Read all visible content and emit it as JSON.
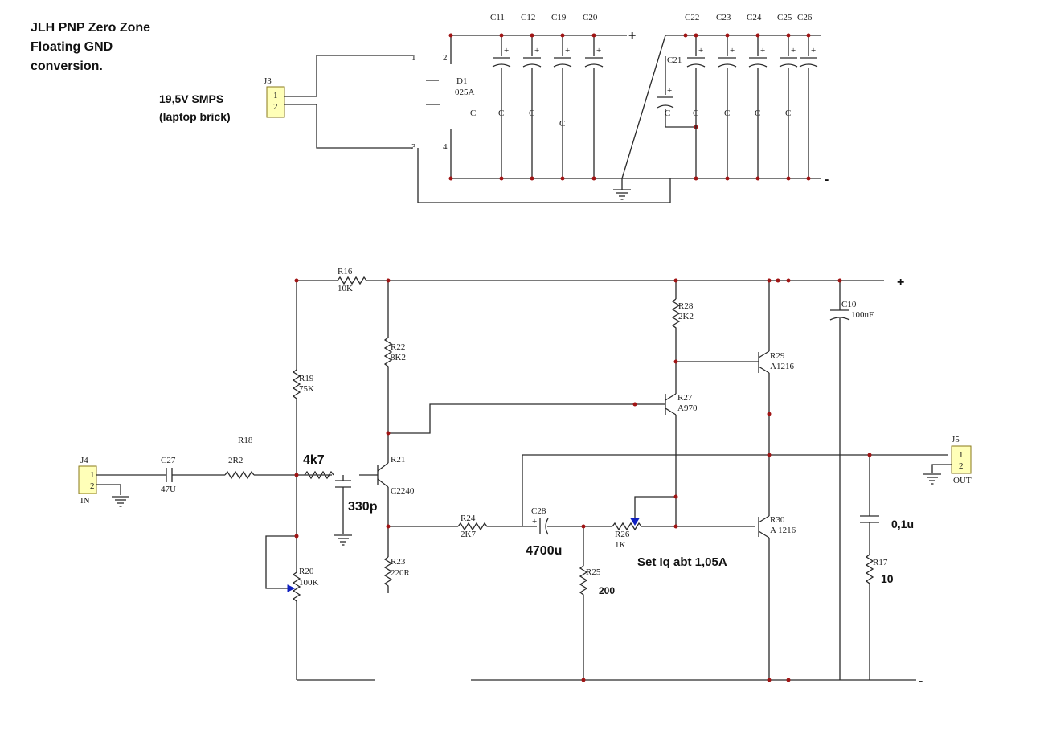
{
  "title_lines": [
    "JLH PNP Zero Zone",
    "Floating GND",
    "conversion."
  ],
  "notes": {
    "psu_input": [
      "19,5V SMPS",
      "(laptop brick)"
    ],
    "r18_value": "4k7",
    "cap_330p": "330p",
    "c28_value": "4700u",
    "iq_note": "Set Iq abt 1,05A",
    "r25_value": "200",
    "out_cap": "0,1u",
    "r17_value": "10"
  },
  "rails": {
    "plus": "+",
    "minus": "-"
  },
  "connectors": {
    "J3": {
      "ref": "J3",
      "pins": [
        "1",
        "2"
      ]
    },
    "J4": {
      "ref": "J4",
      "pins": [
        "1",
        "2"
      ],
      "label": "IN"
    },
    "J5": {
      "ref": "J5",
      "pins": [
        "1",
        "2"
      ],
      "label": "OUT"
    }
  },
  "psu_parts": {
    "bridge_ref": "D1",
    "bridge_val": "025A",
    "bridge_pins": [
      "1",
      "2",
      "3",
      "4"
    ],
    "caps_left": [
      "C11",
      "C12",
      "C19",
      "C20"
    ],
    "caps_right": [
      "C22",
      "C23",
      "C24",
      "C25",
      "C26"
    ],
    "c21": "C21",
    "cap_type": "C",
    "polarity": "+"
  },
  "parts": {
    "R16": [
      "R16",
      "10K"
    ],
    "R19": [
      "R19",
      "75K"
    ],
    "R18": [
      "R18",
      "2R2"
    ],
    "C27": [
      "C27",
      "47U"
    ],
    "R20": [
      "R20",
      "100K"
    ],
    "R22": [
      "R22",
      "8K2"
    ],
    "R21": [
      "R21",
      "C2240"
    ],
    "R23": [
      "R23",
      "220R"
    ],
    "R24": [
      "R24",
      "2K7"
    ],
    "C28": [
      "C28",
      "+"
    ],
    "R25": [
      "R25",
      ""
    ],
    "R26": [
      "R26",
      "1K"
    ],
    "R28": [
      "R28",
      "2K2"
    ],
    "R27": [
      "R27",
      "A970"
    ],
    "R29": [
      "R29",
      "A1216"
    ],
    "R30": [
      "R30",
      "A 1216"
    ],
    "C10": [
      "C10",
      "100uF"
    ],
    "R17": [
      "R17",
      ""
    ]
  },
  "colors": {
    "wire": "#2a2a2a",
    "junction": "#a01414",
    "connector_fill": "#ffffb8",
    "pot_arrow": "#1020c0"
  }
}
